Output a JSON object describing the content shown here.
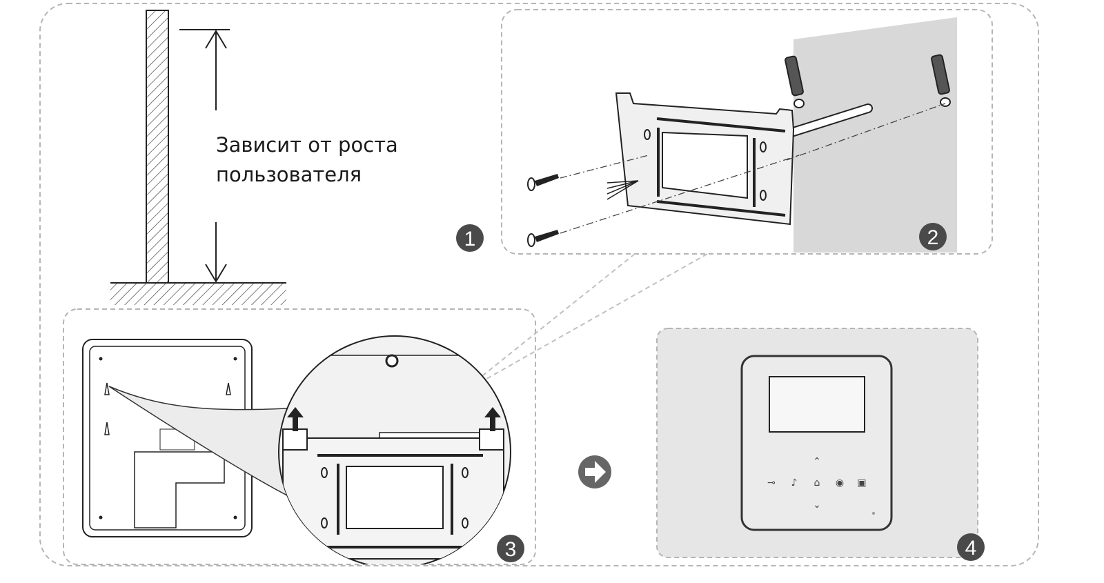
{
  "height_label": {
    "line1": "Зависит от роста",
    "line2": "пользователя"
  },
  "steps": [
    "1",
    "2",
    "3",
    "4"
  ],
  "monitor_buttons": [
    {
      "icon": "up-chevron-icon",
      "glyph": "⌃"
    },
    {
      "icon": "key-icon",
      "glyph": "⊸"
    },
    {
      "icon": "music-note-icon",
      "glyph": "♪"
    },
    {
      "icon": "home-icon",
      "glyph": "⌂"
    },
    {
      "icon": "record-icon",
      "glyph": "◉"
    },
    {
      "icon": "photo-icon",
      "glyph": "▣"
    },
    {
      "icon": "down-chevron-icon",
      "glyph": "⌄"
    }
  ],
  "colors": {
    "badge": "#4a4a4a",
    "wall": "#d8d8d8",
    "panel4": "#e6e6e6",
    "dash": "#b5b5b5"
  }
}
